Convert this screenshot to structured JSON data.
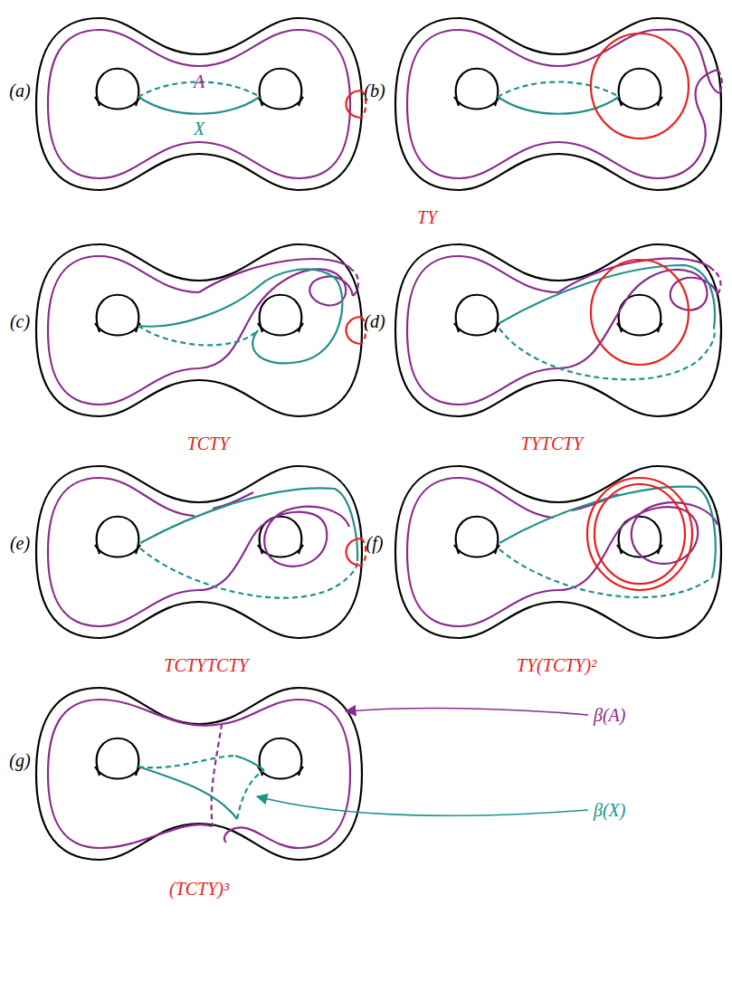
{
  "diagram": {
    "labels": [
      "(a)",
      "A",
      "X",
      "(b)",
      "TY",
      "(c)",
      "TCTY",
      "(d)",
      "TYTCTY",
      "(e)",
      "TCTYTCTY",
      "(f)",
      "TY(TCTY)²",
      "(g)",
      "β(A)",
      "β(X)",
      "(TCTY)³"
    ]
  }
}
